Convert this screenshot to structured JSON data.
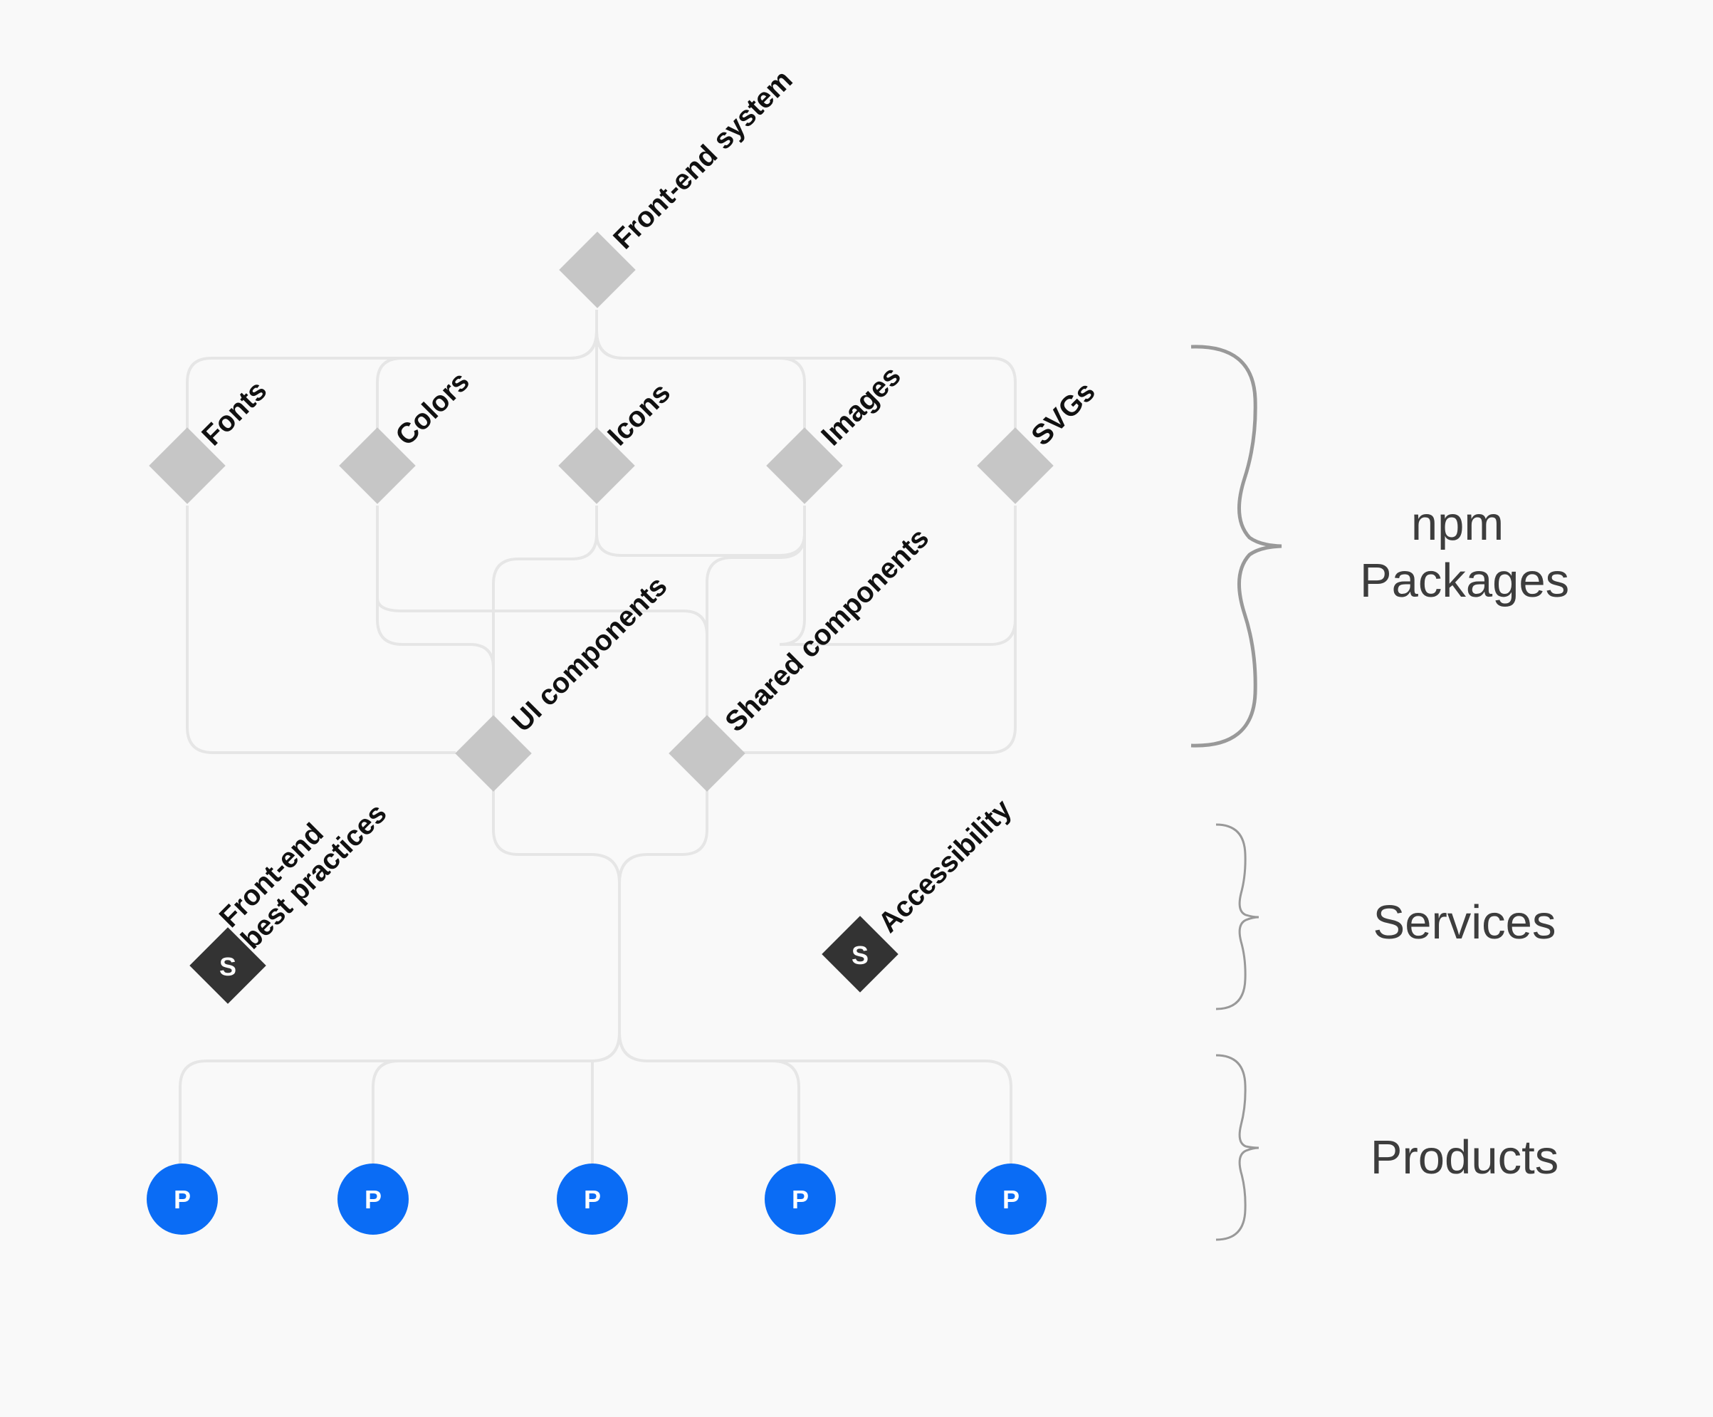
{
  "nodes": {
    "front_end_system": "Front-end system",
    "fonts": "Fonts",
    "colors": "Colors",
    "icons": "Icons",
    "images": "Images",
    "svgs": "SVGs",
    "ui_components": "UI components",
    "shared_components": "Shared components"
  },
  "services": {
    "badge": "S",
    "best_practices_line1": "Front-end",
    "best_practices_line2": "best practices",
    "accessibility": "Accessibility"
  },
  "products": {
    "badge": "P"
  },
  "groups": {
    "npm_line1": "npm",
    "npm_line2": "Packages",
    "services": "Services",
    "products": "Products"
  },
  "colors": {
    "background": "#f9f9f9",
    "connector": "#e6e6e6",
    "package_node": "#c6c6c6",
    "service_node": "#333333",
    "product_node": "#0a6cf5",
    "brace": "#999999"
  }
}
